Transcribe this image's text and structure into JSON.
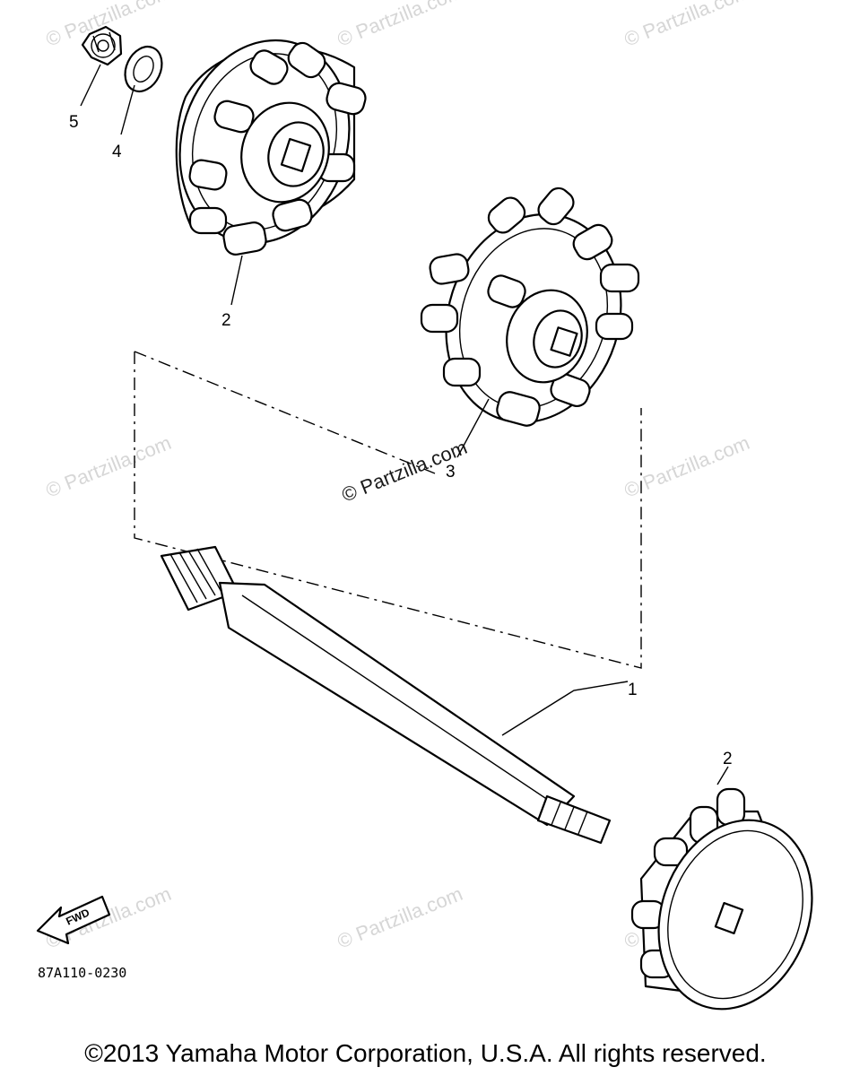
{
  "callouts": {
    "part_1": "1",
    "part_2_top": "2",
    "part_2_bottom": "2",
    "part_3": "3",
    "part_4": "4",
    "part_5": "5"
  },
  "drawing_code": "87A110-0230",
  "fwd_label": "FWD",
  "watermarks": {
    "partzilla": "© Partzilla.com",
    "partzilla_center": "© Partzilla.com"
  },
  "copyright": "©2013 Yamaha Motor Corporation, U.S.A. All rights reserved."
}
